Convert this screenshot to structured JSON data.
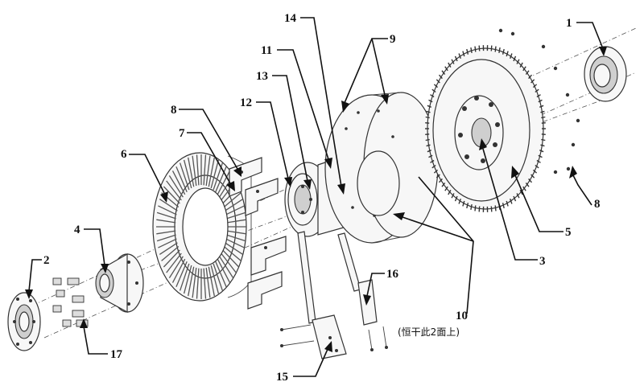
{
  "diagram": {
    "callouts": [
      {
        "key": "c1",
        "label": "1"
      },
      {
        "key": "c2",
        "label": "2"
      },
      {
        "key": "c3",
        "label": "3"
      },
      {
        "key": "c4",
        "label": "4"
      },
      {
        "key": "c5",
        "label": "5"
      },
      {
        "key": "c6",
        "label": "6"
      },
      {
        "key": "c7",
        "label": "7"
      },
      {
        "key": "c8a",
        "label": "8"
      },
      {
        "key": "c8b",
        "label": "8"
      },
      {
        "key": "c9",
        "label": "9"
      },
      {
        "key": "c10",
        "label": "10"
      },
      {
        "key": "c11",
        "label": "11"
      },
      {
        "key": "c12",
        "label": "12"
      },
      {
        "key": "c13",
        "label": "13"
      },
      {
        "key": "c14",
        "label": "14"
      },
      {
        "key": "c15",
        "label": "15"
      },
      {
        "key": "c16",
        "label": "16"
      },
      {
        "key": "c17",
        "label": "17"
      }
    ],
    "note": "(恒干此2面上)"
  }
}
